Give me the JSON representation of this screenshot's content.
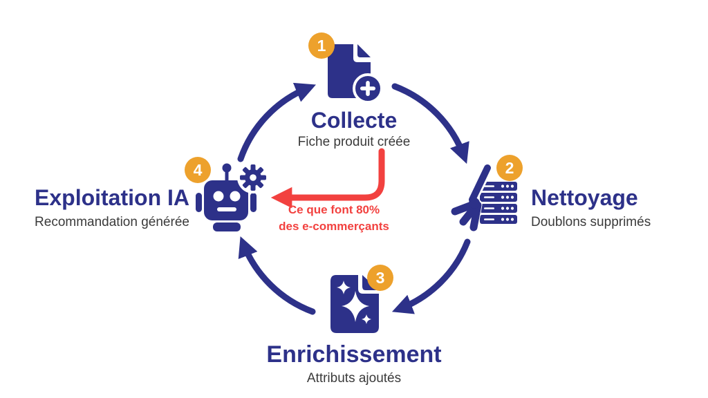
{
  "diagram": {
    "type": "cycle",
    "title": "",
    "steps": [
      {
        "number": "1",
        "title": "Collecte",
        "subtitle": "Fiche produit créée",
        "icon": "document-add-icon"
      },
      {
        "number": "2",
        "title": "Nettoyage",
        "subtitle": "Doublons supprimés",
        "icon": "broom-server-icon"
      },
      {
        "number": "3",
        "title": "Enrichissement",
        "subtitle": "Attributs ajoutés",
        "icon": "sparkles-document-icon"
      },
      {
        "number": "4",
        "title": "Exploitation IA",
        "subtitle": "Recommandation générée",
        "icon": "robot-gear-icon"
      }
    ],
    "annotation": {
      "line1": "Ce que font 80%",
      "line2": "des e-commerçants"
    },
    "colors": {
      "primary_blue": "#2D3189",
      "accent_orange": "#EDA12C",
      "alert_red": "#F2413F",
      "subtitle_gray": "#3A3A3A",
      "background": "#FFFFFF"
    }
  }
}
